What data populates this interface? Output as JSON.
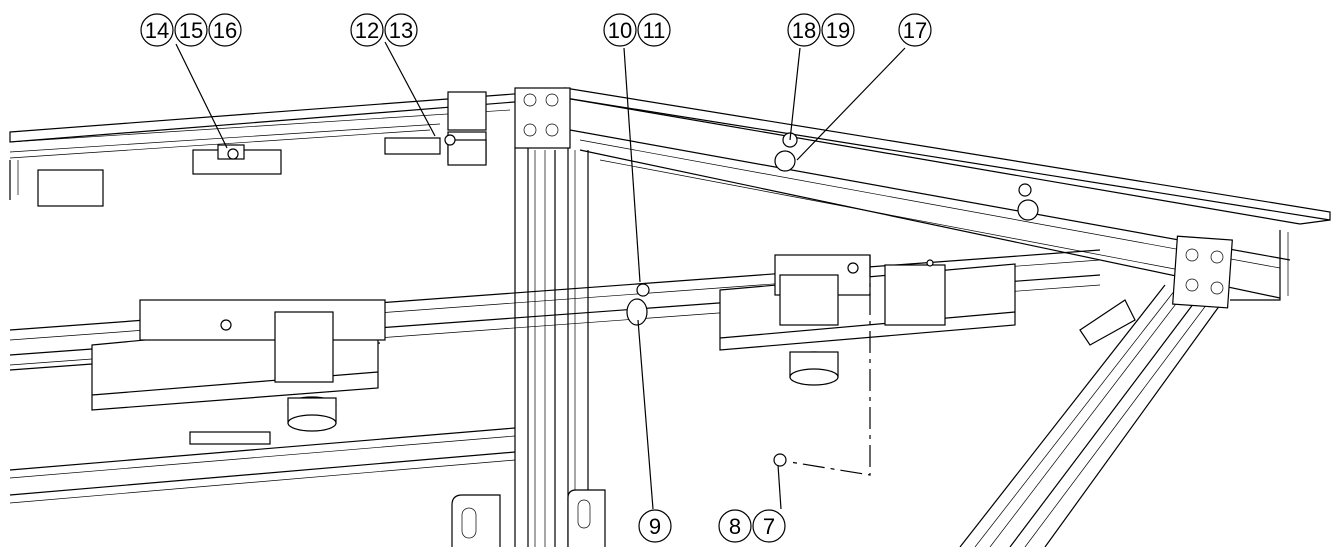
{
  "callouts": [
    {
      "id": "c14",
      "label": "14"
    },
    {
      "id": "c15",
      "label": "15"
    },
    {
      "id": "c16",
      "label": "16"
    },
    {
      "id": "c12",
      "label": "12"
    },
    {
      "id": "c13",
      "label": "13"
    },
    {
      "id": "c10",
      "label": "10"
    },
    {
      "id": "c11",
      "label": "11"
    },
    {
      "id": "c18",
      "label": "18"
    },
    {
      "id": "c19",
      "label": "19"
    },
    {
      "id": "c17",
      "label": "17"
    },
    {
      "id": "c9",
      "label": "9"
    },
    {
      "id": "c8",
      "label": "8"
    },
    {
      "id": "c7",
      "label": "7"
    }
  ]
}
